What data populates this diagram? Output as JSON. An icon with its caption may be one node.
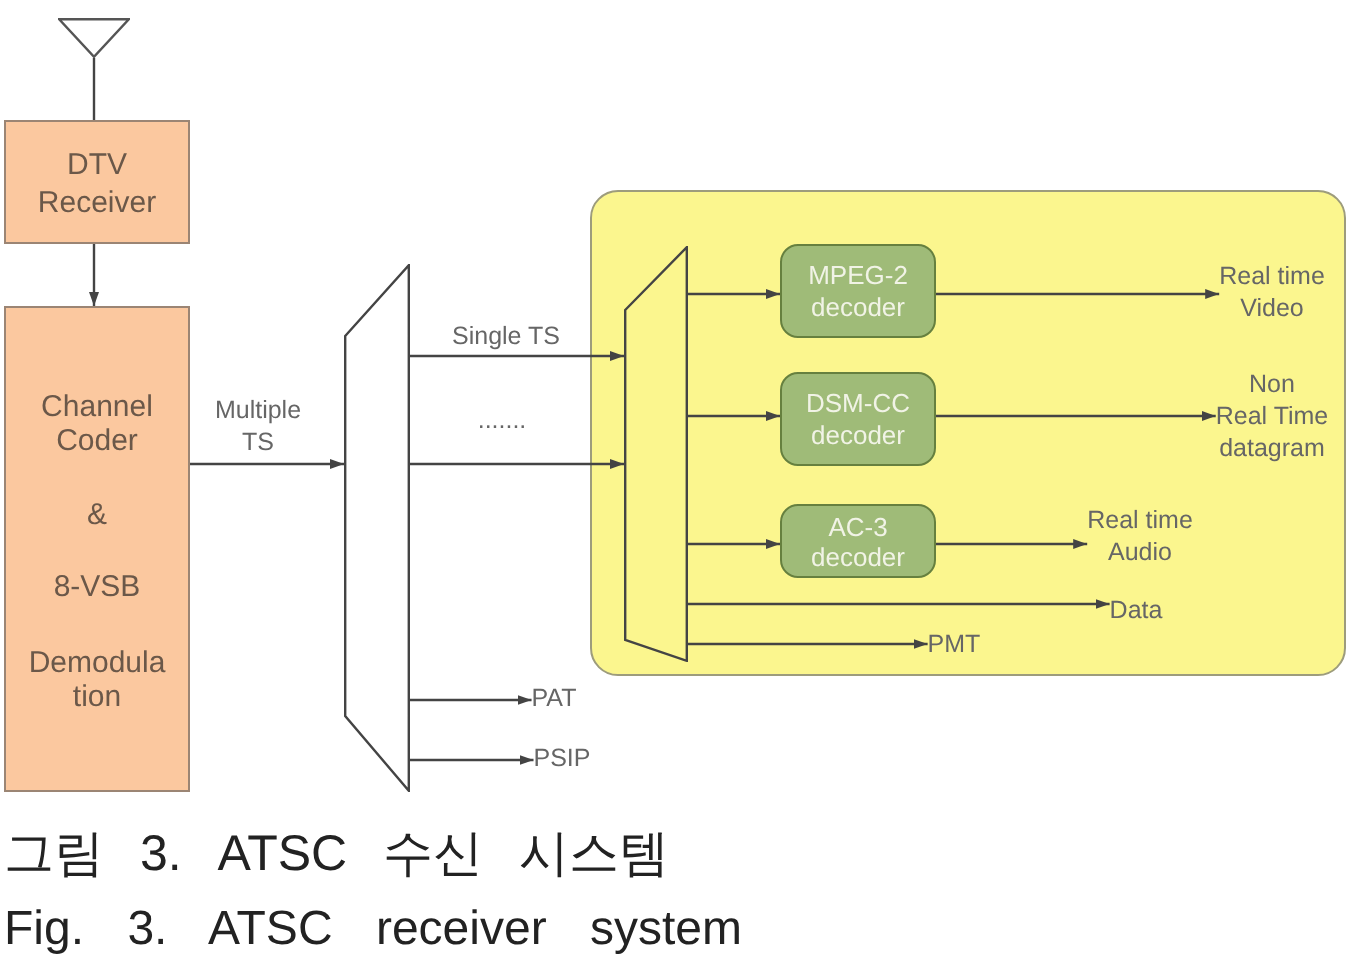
{
  "diagram": {
    "caption": "그림 3. ATSC 수신 시스템",
    "nodes": [
      {
        "text": [],
        "shape": "antenna"
      },
      {
        "text": [
          "DTV Receiver"
        ]
      },
      {
        "text": [
          "Channel Coder",
          "&",
          "8-VSB",
          "Demodula tion"
        ]
      },
      {
        "text": [],
        "shape": "trapezoid"
      },
      {
        "text": [],
        "shape": "box"
      },
      {
        "text": [],
        "shape": "trapezoid",
        "in": 4
      },
      {
        "text": [
          "MPEG-2 decoder"
        ],
        "in": 4
      },
      {
        "text": [
          "DSM-CC decoder"
        ],
        "in": 4
      },
      {
        "text": [
          "AC-3 decoder"
        ],
        "in": 4
      },
      {
        "text": [
          "Real time Video"
        ],
        "in": 4
      },
      {
        "text": [
          "Non Real Time datagram"
        ],
        "in": 4
      },
      {
        "text": [
          "Real time Audio"
        ],
        "in": 4
      },
      {
        "text": [
          "Data"
        ],
        "in": 4
      },
      {
        "text": [
          "PMT"
        ],
        "in": 4
      },
      {
        "text": [
          "PAT"
        ]
      },
      {
        "text": [
          "PSIP"
        ]
      }
    ],
    "edges": [
      {
        "from": 0,
        "to": 1,
        "arrow": "none"
      },
      {
        "from": 1,
        "to": 2,
        "arrow": "to"
      },
      {
        "from": 2,
        "to": 3,
        "arrow": "to",
        "label": "Multiple TS"
      },
      {
        "from": 3,
        "to": 5,
        "arrow": "to",
        "label": "Single TS"
      },
      {
        "from": 3,
        "to": 5,
        "arrow": "to",
        "label": "......."
      },
      {
        "from": 5,
        "to": 6,
        "arrow": "to"
      },
      {
        "from": 5,
        "to": 7,
        "arrow": "to"
      },
      {
        "from": 5,
        "to": 8,
        "arrow": "to"
      },
      {
        "from": 5,
        "to": 12,
        "arrow": "to"
      },
      {
        "from": 5,
        "to": 13,
        "arrow": "to"
      },
      {
        "from": 6,
        "to": 9,
        "arrow": "to"
      },
      {
        "from": 7,
        "to": 10,
        "arrow": "to"
      },
      {
        "from": 8,
        "to": 11,
        "arrow": "to"
      },
      {
        "from": 3,
        "to": 14,
        "arrow": "to"
      },
      {
        "from": 3,
        "to": 15,
        "arrow": "to"
      }
    ],
    "labels": [
      "Fig. 3. ATSC receiver system"
    ]
  }
}
